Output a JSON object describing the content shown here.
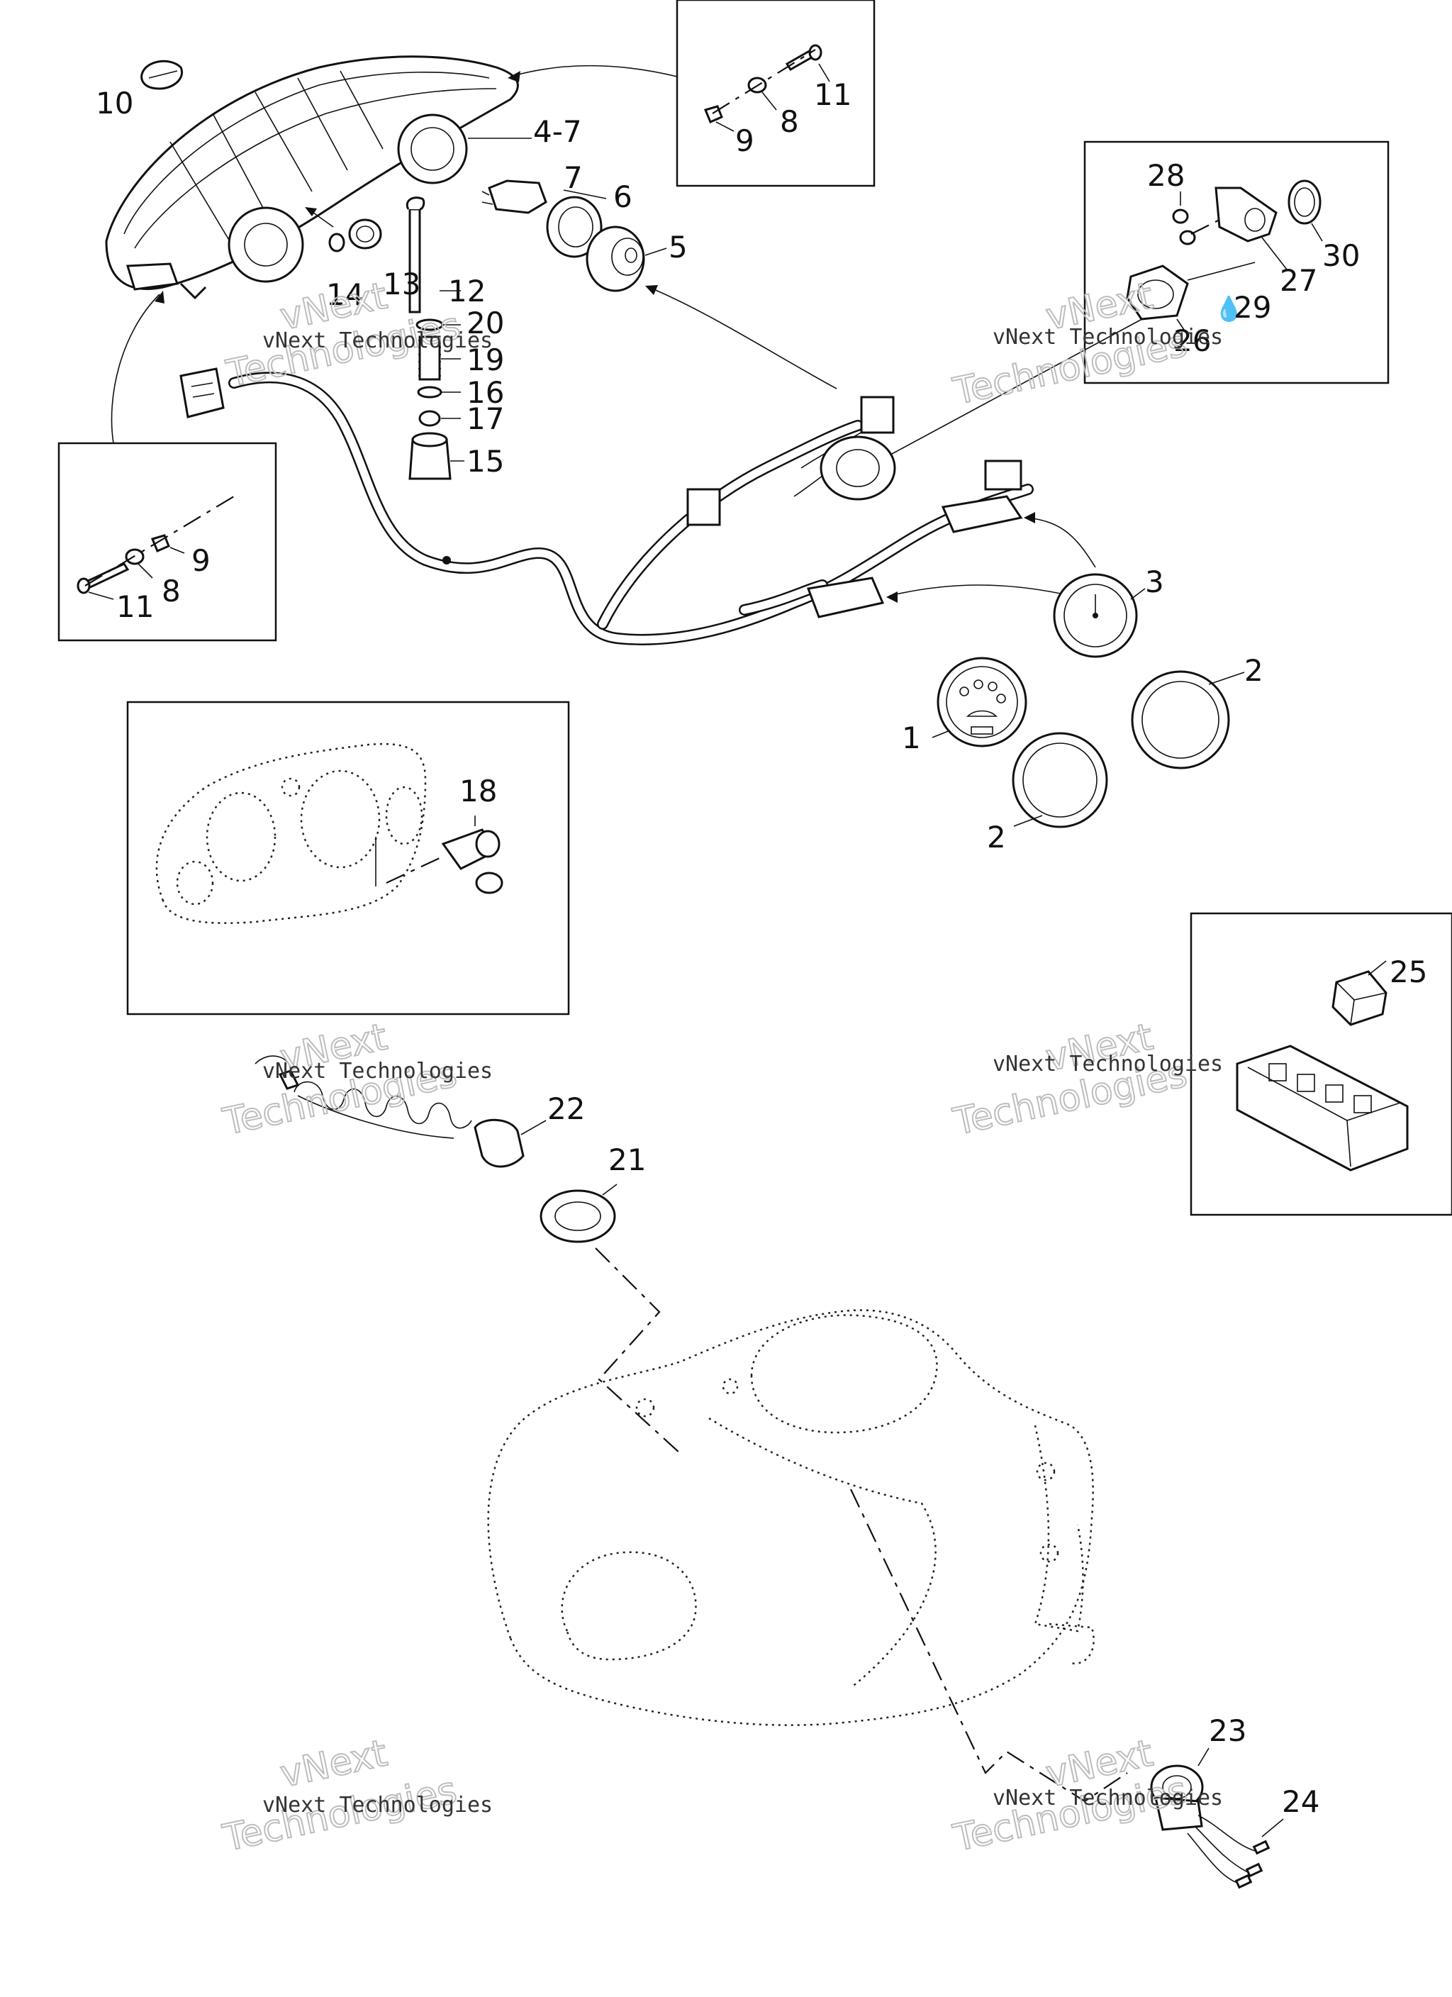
{
  "labels": {
    "l1": "1",
    "l2a": "2",
    "l2b": "2",
    "l3": "3",
    "l4_7": "4-7",
    "l5": "5",
    "l6": "6",
    "l7": "7",
    "l8a": "8",
    "l8b": "8",
    "l9a": "9",
    "l9b": "9",
    "l10": "10",
    "l11a": "11",
    "l11b": "11",
    "l12": "12",
    "l13": "13",
    "l14": "14",
    "l15": "15",
    "l16": "16",
    "l17": "17",
    "l18": "18",
    "l19": "19",
    "l20": "20",
    "l21": "21",
    "l22": "22",
    "l23": "23",
    "l24": "24",
    "l25": "25",
    "l26": "26",
    "l27": "27",
    "l28": "28",
    "l29": "29",
    "l30": "30"
  },
  "watermark": {
    "line1": "vNext Technologies",
    "line2": "vNext",
    "line3": "Technologies"
  },
  "icons": {
    "drop": "water-drop-icon"
  }
}
